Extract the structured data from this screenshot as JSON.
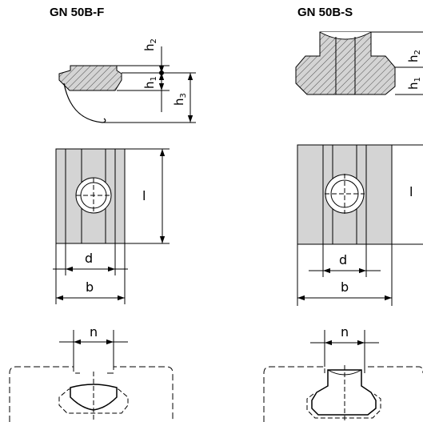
{
  "titles": {
    "left": "GN 50B-F",
    "right": "GN 50B-S"
  },
  "labels": {
    "h2": "h",
    "h2_sub": "2",
    "h1": "h",
    "h1_sub": "1",
    "h3": "h",
    "h3_sub": "3",
    "l": "l",
    "d": "d",
    "b": "b",
    "n": "n"
  },
  "colors": {
    "line": "#000000",
    "part_fill": "#d4d4d4",
    "hatch": "#555555",
    "background": "#ffffff"
  }
}
